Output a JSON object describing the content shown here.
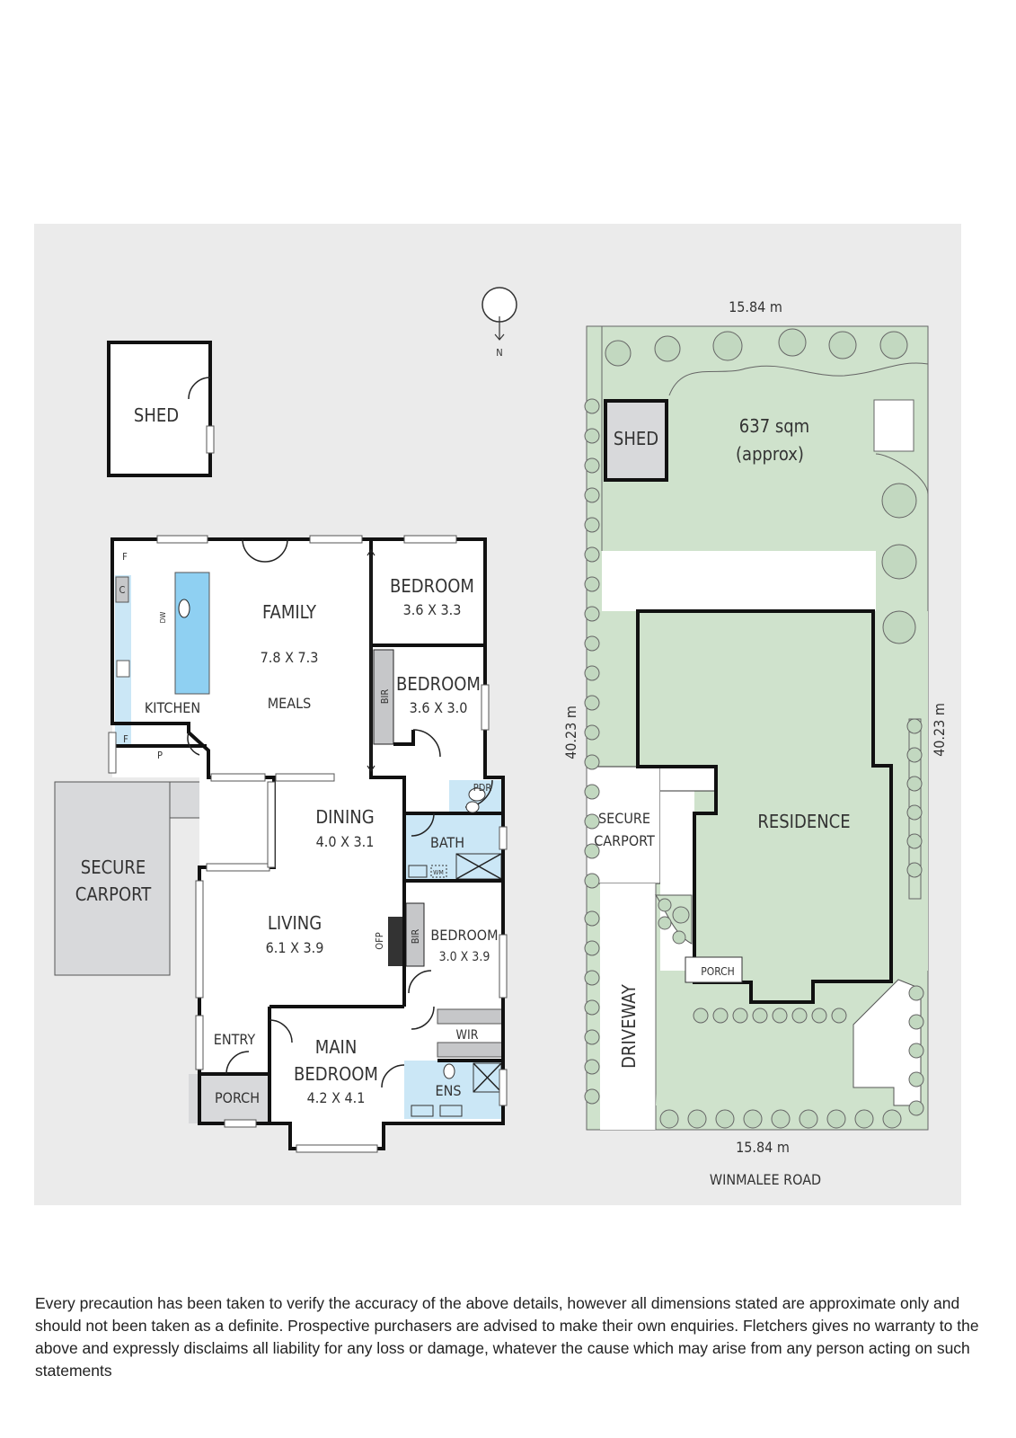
{
  "compass": {
    "label": "N"
  },
  "floor_plan": {
    "rooms": {
      "shed": "SHED",
      "family": "FAMILY",
      "family_dims": "7.8 X 7.3",
      "meals": "MEALS",
      "kitchen": "KITCHEN",
      "bedroom1": "BEDROOM",
      "bedroom1_dims": "3.6 X 3.3",
      "bedroom2": "BEDROOM",
      "bedroom2_dims": "3.6 X 3.0",
      "bir1": "BIR",
      "bir2": "BIR",
      "ofp": "OFP",
      "pdr": "PDR",
      "bath": "BATH",
      "wm": "WM",
      "dining": "DINING",
      "dining_dims": "4.0 X 3.1",
      "living": "LIVING",
      "living_dims": "6.1 X 3.9",
      "bedroom3": "BEDROOM",
      "bedroom3_dims": "3.0 X 3.9",
      "wir": "WIR",
      "ens": "ENS",
      "entry": "ENTRY",
      "porch": "PORCH",
      "main_bedroom_1": "MAIN",
      "main_bedroom_2": "BEDROOM",
      "main_bedroom_dims": "4.2 X 4.1",
      "carport_1": "SECURE",
      "carport_2": "CARPORT",
      "fridge1": "F",
      "fridge2": "F",
      "cupboard": "C",
      "pantry": "P",
      "dw": "DW"
    }
  },
  "site_plan": {
    "top_width": "15.84 m",
    "bottom_width": "15.84 m",
    "left_depth": "40.23 m",
    "right_depth": "40.23 m",
    "area_1": "637 sqm",
    "area_2": "(approx)",
    "shed": "SHED",
    "residence": "RESIDENCE",
    "carport_1": "SECURE",
    "carport_2": "CARPORT",
    "driveway": "DRIVEWAY",
    "porch": "PORCH",
    "road": "WINMALEE ROAD"
  },
  "colors": {
    "panel": "#ebebeb",
    "green": "#cfe2cc",
    "blue": "#cbe7f6",
    "gray": "#d8d9db"
  },
  "disclaimer": "Every precaution has been taken to verify the accuracy of the above details, however all dimensions stated are approximate only and should not been taken as a definite. Prospective purchasers are advised to make their own enquiries. Fletchers gives no warranty to the above and expressly disclaims all liability for any loss or damage, whatever the cause which may arise from any person acting on such statements"
}
